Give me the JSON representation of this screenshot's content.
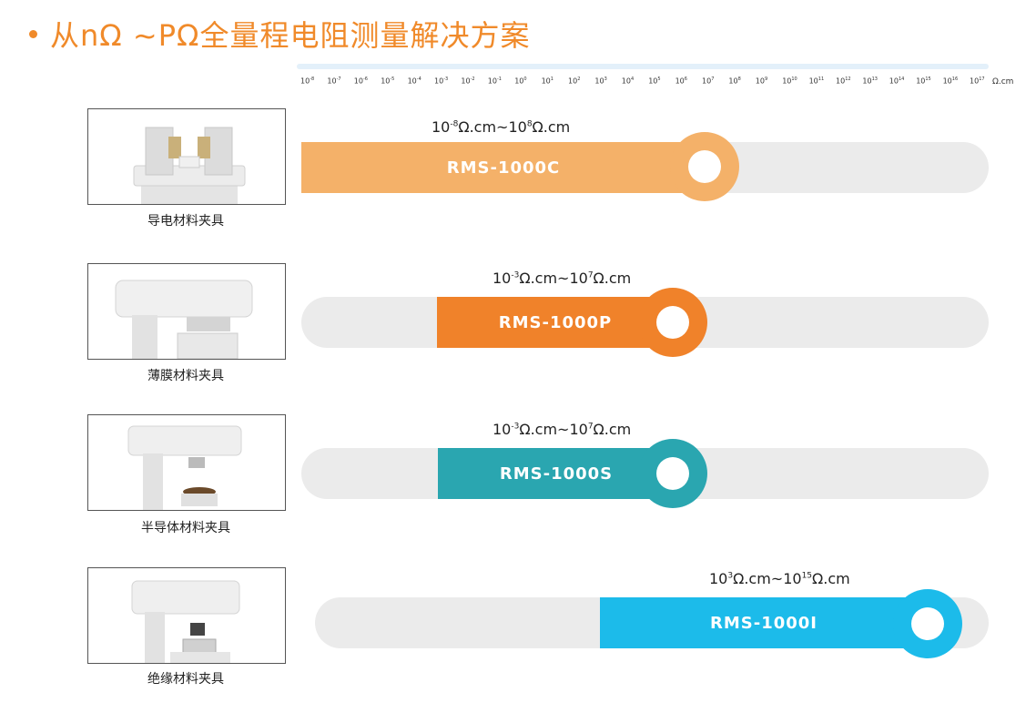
{
  "header": {
    "title": "从nΩ ~PΩ全量程电阻测量解决方案"
  },
  "scale": {
    "exponents": [
      "-8",
      "-7",
      "-6",
      "-5",
      "-4",
      "-3",
      "-2",
      "-1",
      "0",
      "1",
      "2",
      "3",
      "4",
      "5",
      "6",
      "7",
      "8",
      "9",
      "10",
      "11",
      "12",
      "13",
      "14",
      "15",
      "16",
      "17"
    ],
    "unit": "Ω.cm"
  },
  "rows": [
    {
      "caption": "导电材料夹具",
      "model": "RMS-1000C",
      "range_from_exp": "-8",
      "range_to_exp": "8",
      "range_prefix": "10",
      "range_unit": "Ω.cm",
      "range_sep": "~",
      "color": "#f4b169"
    },
    {
      "caption": "薄膜材料夹具",
      "model": "RMS-1000P",
      "range_from_exp": "-3",
      "range_to_exp": "7",
      "range_prefix": "10",
      "range_unit": "Ω.cm",
      "range_sep": "~",
      "color": "#f0822a"
    },
    {
      "caption": "半导体材料夹具",
      "model": "RMS-1000S",
      "range_from_exp": "-3",
      "range_to_exp": "7",
      "range_prefix": "10",
      "range_unit": "Ω.cm",
      "range_sep": "~",
      "color": "#2aa6b0"
    },
    {
      "caption": "绝缘材料夹具",
      "model": "RMS-1000I",
      "range_from_exp": "3",
      "range_to_exp": "15",
      "range_prefix": "10",
      "range_unit": "Ω.cm",
      "range_sep": "~",
      "color": "#1cbbea"
    }
  ]
}
